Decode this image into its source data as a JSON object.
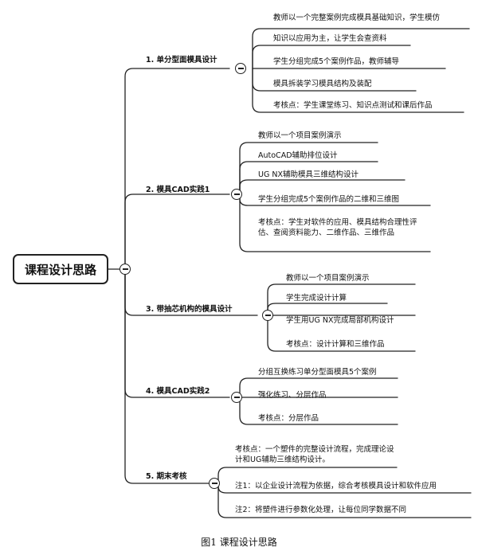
{
  "root": {
    "title": "课程设计思路"
  },
  "branches": [
    {
      "label": "1. 单分型面模具设计",
      "items": [
        "教师以一个完整案例完成模具基础知识，学生模仿",
        "知识以应用为主，让学生会查资料",
        "学生分组完成5个案例作品，教师辅导",
        "模具拆装学习模具结构及装配",
        "考核点：学生课堂练习、知识点测试和课后作品"
      ]
    },
    {
      "label": "2. 模具CAD实践1",
      "items": [
        "教师以一个项目案例演示",
        "AutoCAD辅助排位设计",
        "UG NX辅助模具三维结构设计",
        "学生分组完成5个案例作品的二维和三维图",
        "考核点：学生对软件的应用、模具结构合理性评估、查阅资料能力、二维作品、三维作品"
      ]
    },
    {
      "label": "3. 带抽芯机构的模具设计",
      "items": [
        "教师以一个项目案例演示",
        "学生完成设计计算",
        "学生用UG NX完成局部机构设计",
        "考核点：设计计算和三维作品"
      ]
    },
    {
      "label": "4. 模具CAD实践2",
      "items": [
        "分组互换练习单分型面模具5个案例",
        "强化练习、分层作品",
        "考核点：分层作品"
      ]
    },
    {
      "label": "5. 期末考核",
      "items": [
        "考核点：一个塑件的完整设计流程，完成理论设计和UG辅助三维结构设计。",
        "注1：以企业设计流程为依据，综合考核模具设计和软件应用",
        "注2：将塑件进行参数化处理，让每位同学数据不同"
      ]
    }
  ],
  "caption": "图1 课程设计思路"
}
